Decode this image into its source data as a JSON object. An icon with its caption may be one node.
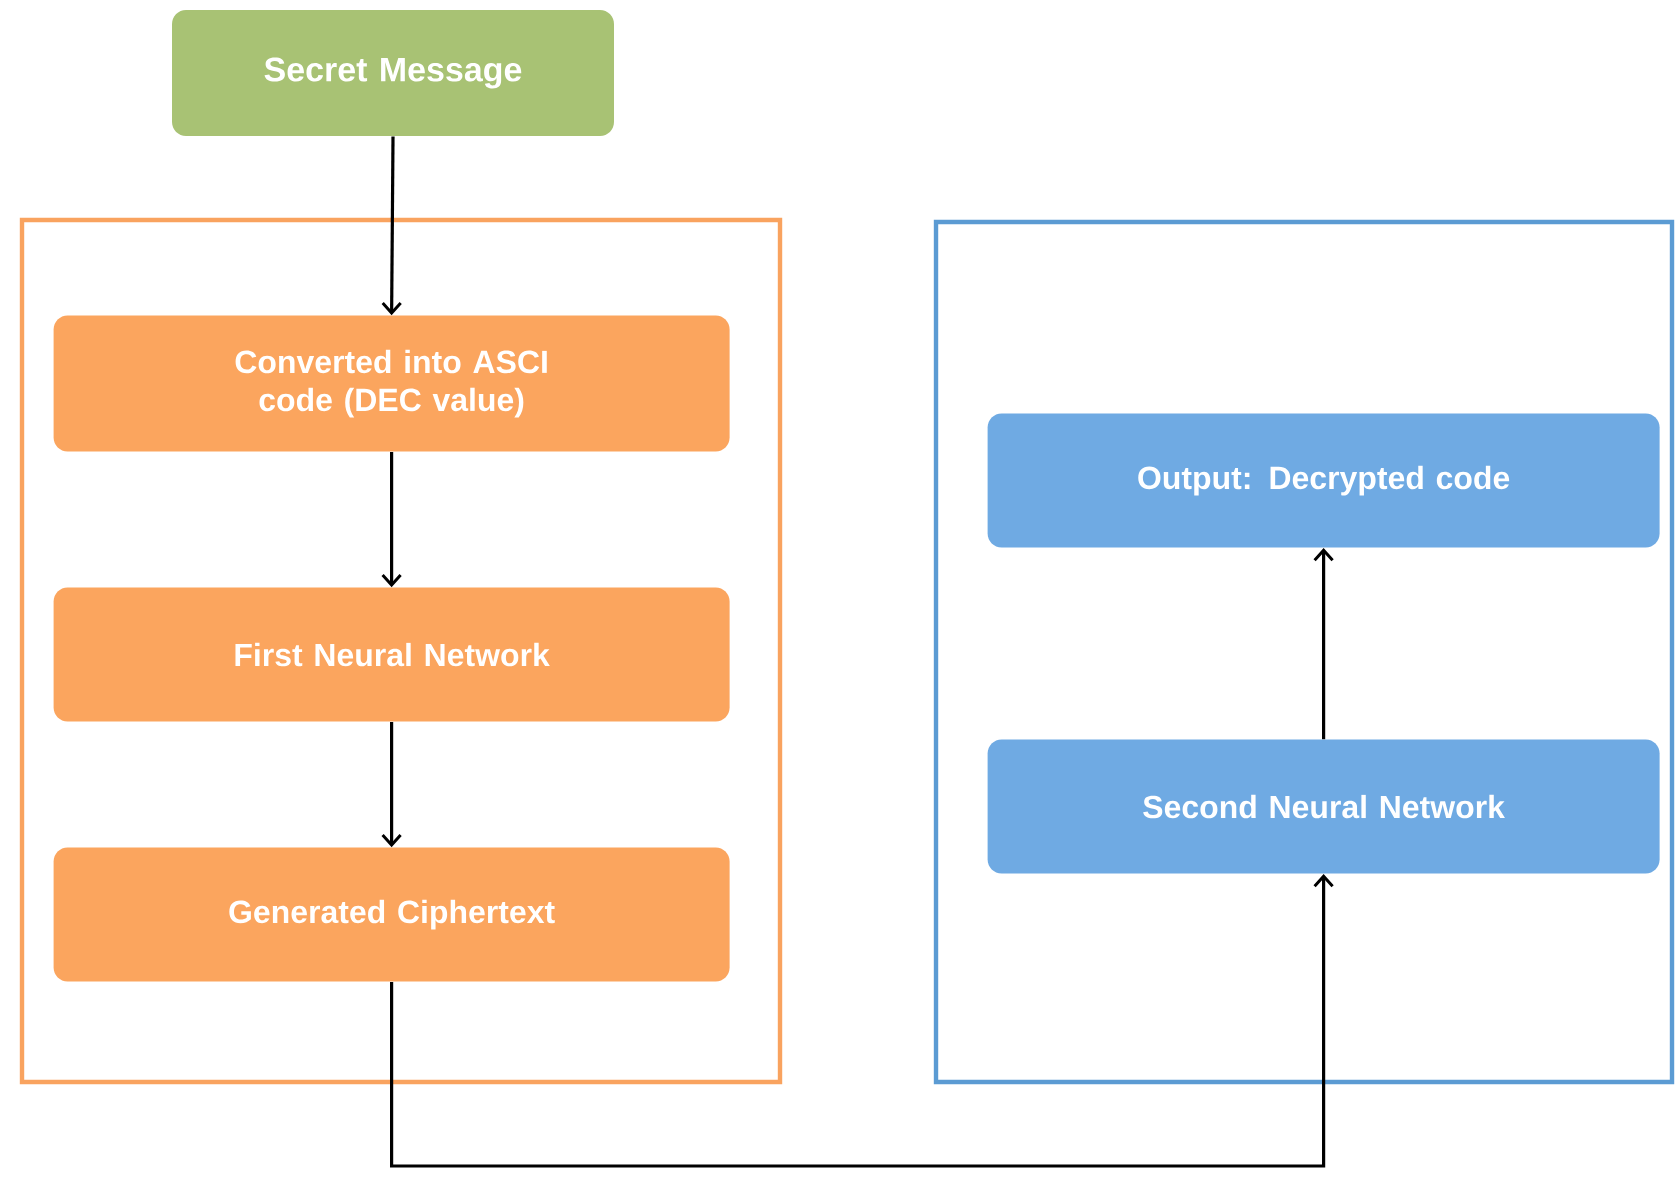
{
  "diagram": {
    "nodes": [
      {
        "text": [
          "Secret Message"
        ]
      },
      {
        "text": [],
        "shape": "box"
      },
      {
        "text": [
          "Converted into ASCI code (DEC value)"
        ],
        "in": 1
      },
      {
        "text": [
          "First Neural Network"
        ],
        "in": 1
      },
      {
        "text": [
          "Generated Ciphertext"
        ],
        "in": 1
      },
      {
        "text": [],
        "shape": "box"
      },
      {
        "text": [
          "Output: Decrypted code"
        ],
        "in": 5
      },
      {
        "text": [
          "Second Neural Network"
        ],
        "in": 5
      }
    ],
    "edges": [
      {
        "from": 0,
        "to": 2,
        "arrow": "to"
      },
      {
        "from": 2,
        "to": 3,
        "arrow": "to"
      },
      {
        "from": 3,
        "to": 4,
        "arrow": "to"
      },
      {
        "from": 4,
        "to": 7,
        "arrow": "to"
      },
      {
        "from": 7,
        "to": 6,
        "arrow": "to"
      }
    ]
  }
}
